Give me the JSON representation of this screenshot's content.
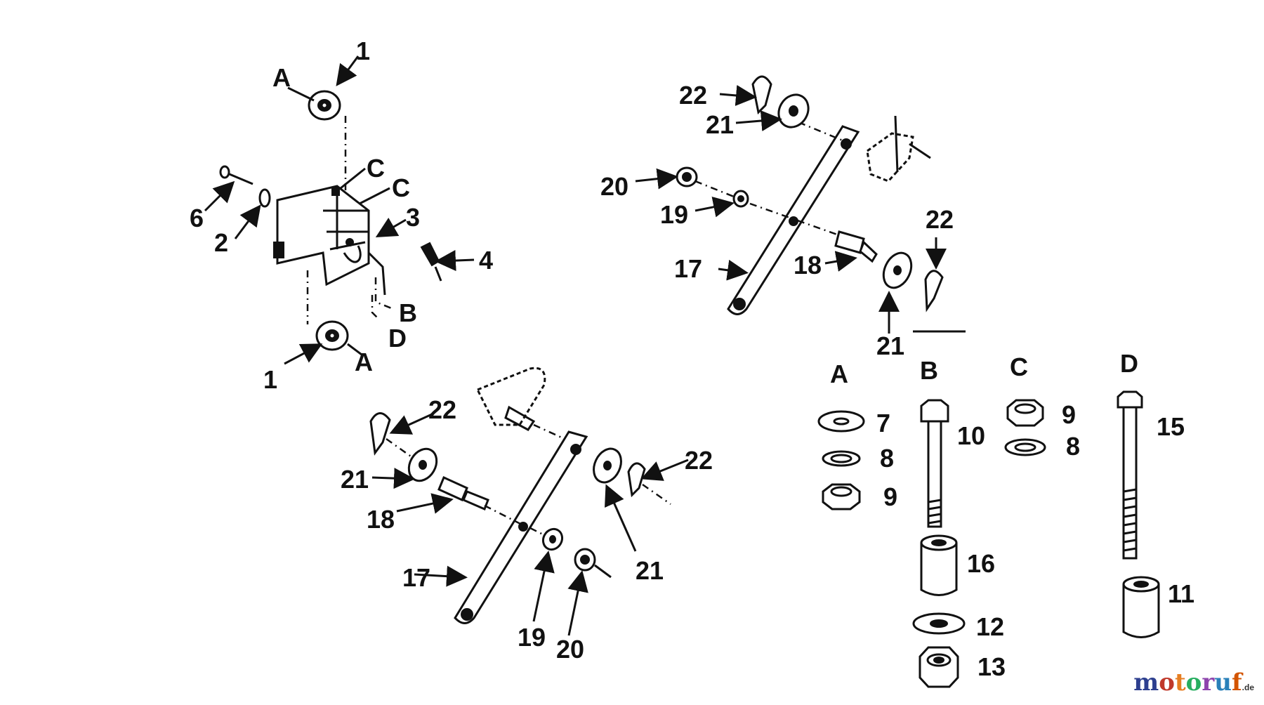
{
  "diagram": {
    "labels": {
      "a_top": "A",
      "a_bottom": "A",
      "c1": "C",
      "c2": "C",
      "b_left": "B",
      "d_left": "D",
      "n1_top": "1",
      "n1_bottom": "1",
      "n2": "2",
      "n3": "3",
      "n4": "4",
      "n6": "6",
      "r22_a": "22",
      "r21_a": "21",
      "r20": "20",
      "r19": "19",
      "r17": "17",
      "r18": "18",
      "r22_b": "22",
      "r21_b": "21",
      "b22_a": "22",
      "b21_a": "21",
      "b18": "18",
      "b17": "17",
      "b19": "19",
      "b20": "20",
      "b21_b": "21",
      "b22_b": "22"
    },
    "kits": {
      "A": {
        "header": "A",
        "items": [
          "7",
          "8",
          "9"
        ]
      },
      "B": {
        "header": "B",
        "items": [
          "10",
          "16",
          "12",
          "13"
        ]
      },
      "C": {
        "header": "C",
        "items": [
          "9",
          "8"
        ]
      },
      "D": {
        "header": "D",
        "items": [
          "15",
          "11"
        ]
      }
    },
    "watermark": {
      "main": "motoruf",
      "tld": ".de",
      "colors": [
        "#2d3f8f",
        "#c0392b",
        "#e67e22",
        "#27ae60",
        "#8e44ad",
        "#2980b9",
        "#d35400"
      ]
    }
  }
}
